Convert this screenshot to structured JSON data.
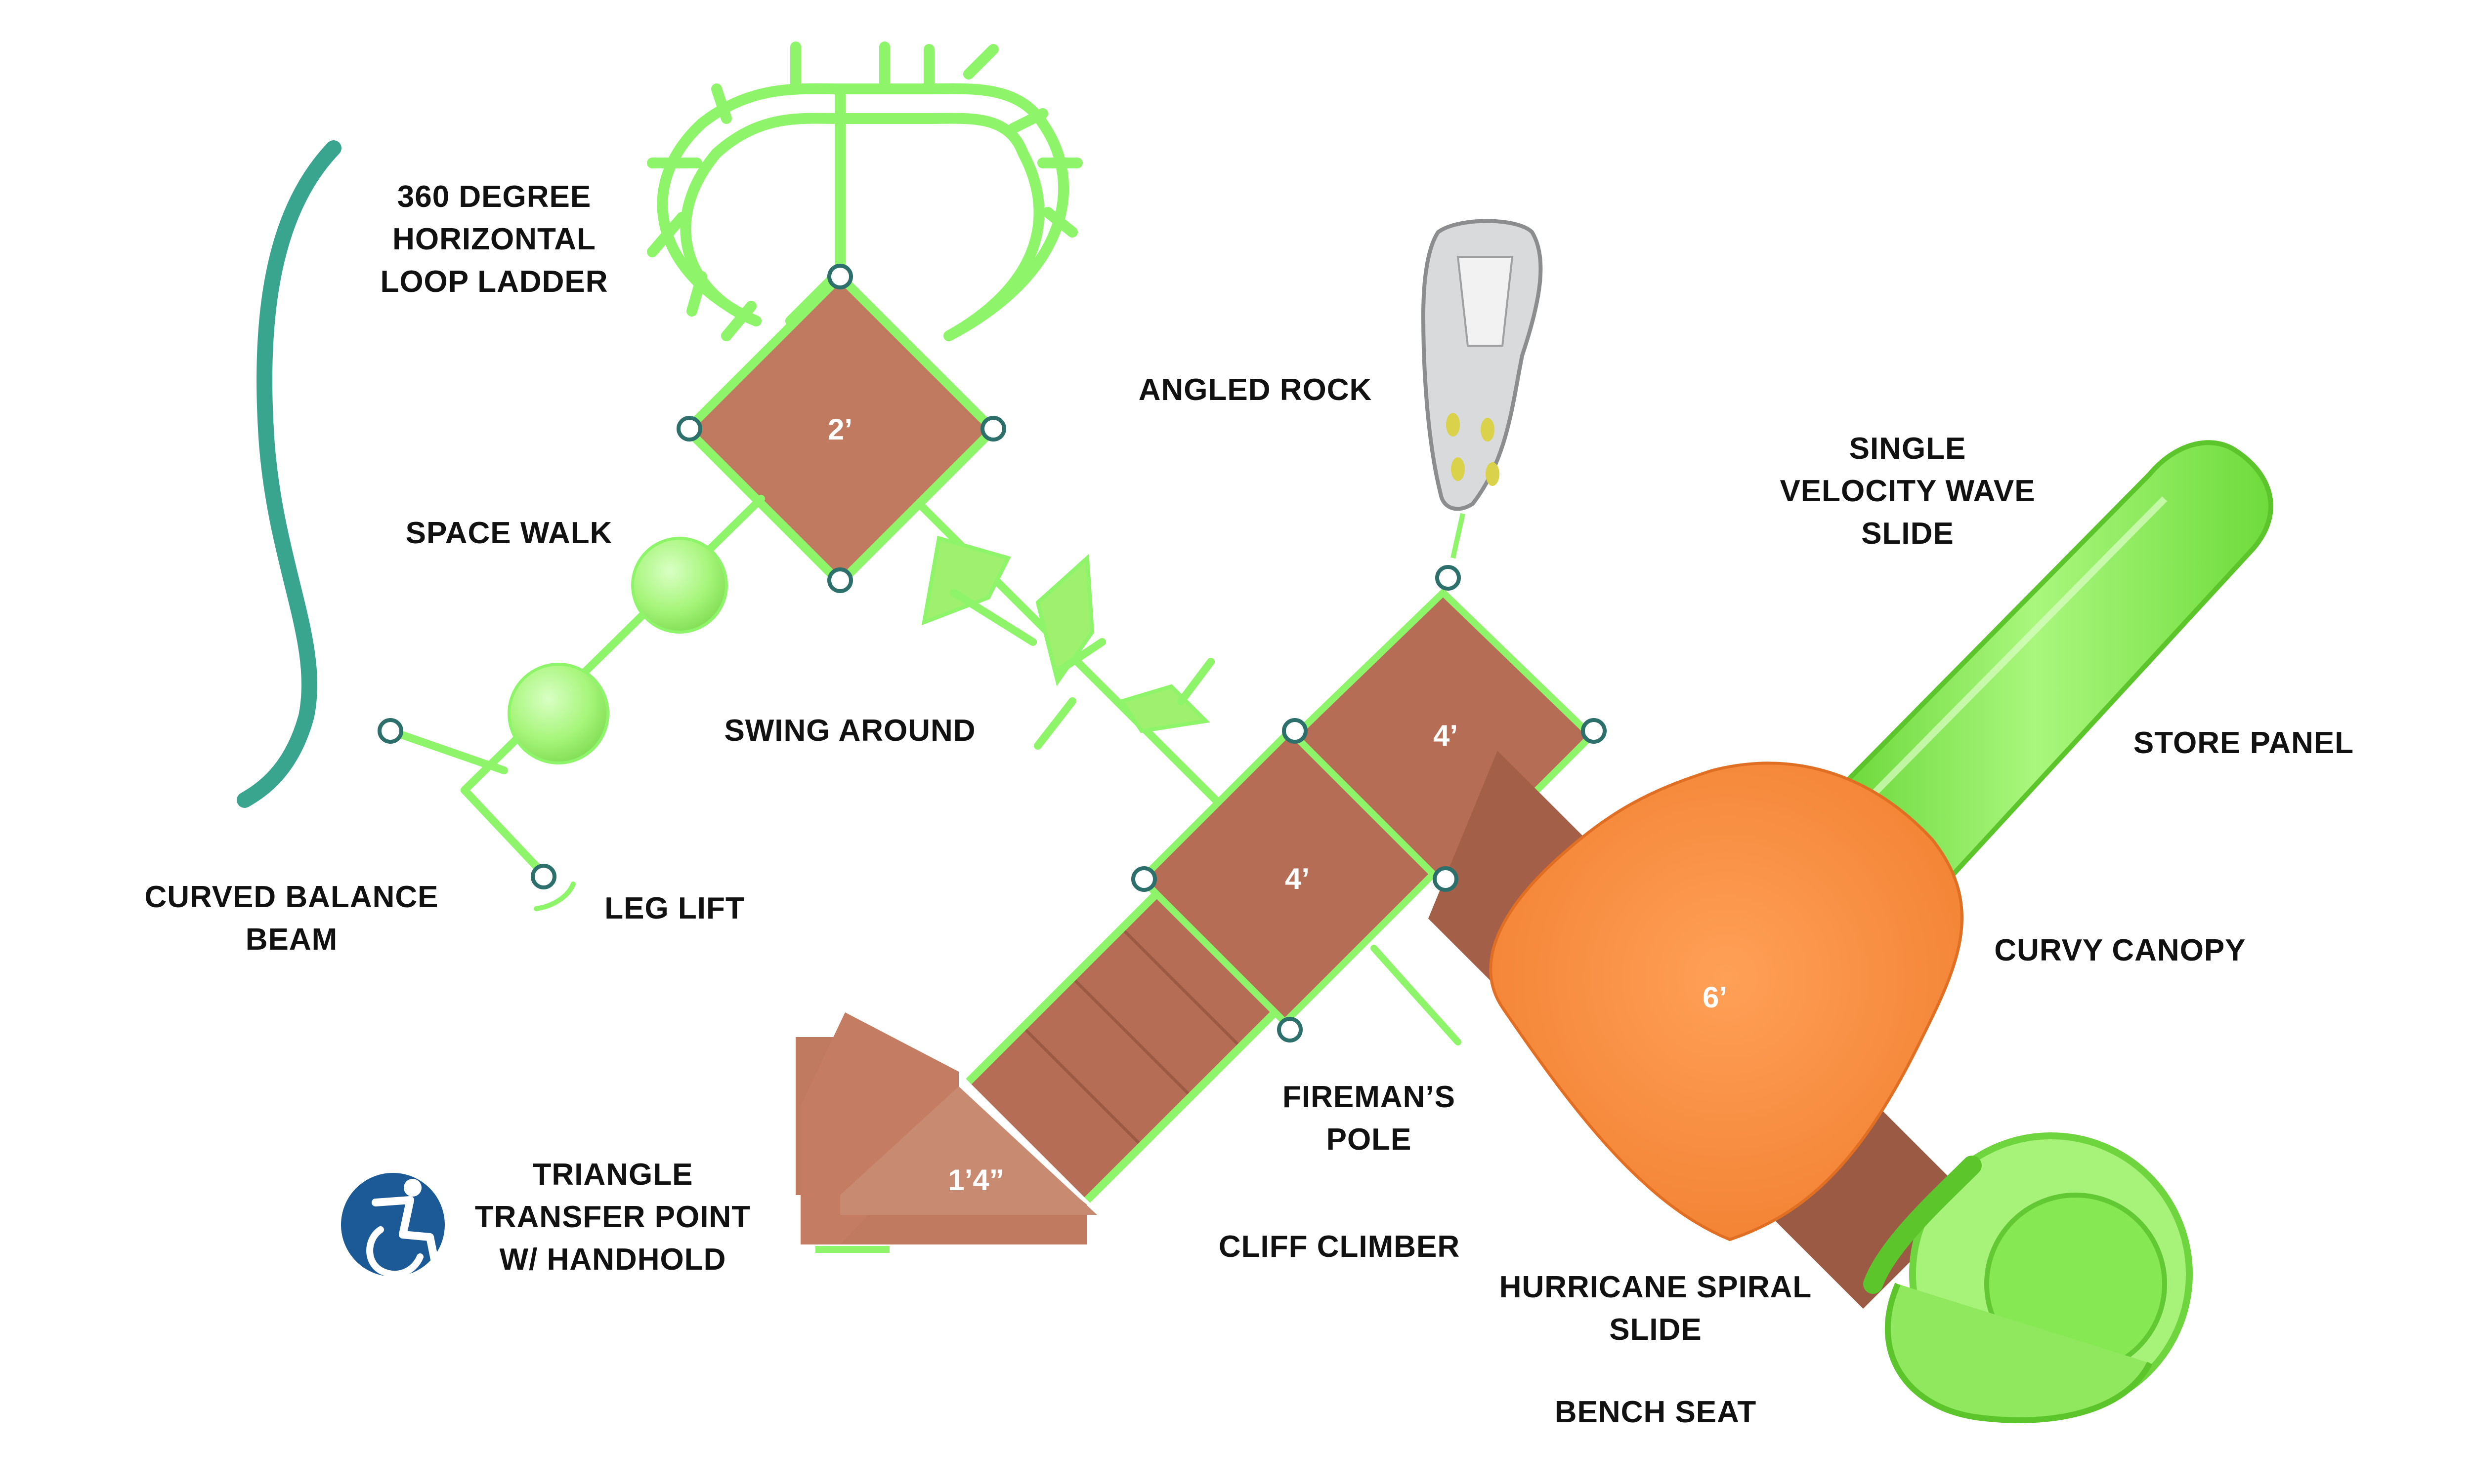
{
  "labels": {
    "loop_ladder": "360 DEGREE\nHORIZONTAL\nLOOP LADDER",
    "space_walk": "SPACE WALK",
    "swing_around": "SWING AROUND",
    "curved_balance_beam": "CURVED BALANCE\nBEAM",
    "leg_lift": "LEG LIFT",
    "angled_rock": "ANGLED ROCK",
    "wave_slide": "SINGLE\nVELOCITY WAVE\nSLIDE",
    "store_panel": "STORE PANEL",
    "curvy_canopy": "CURVY CANOPY",
    "firemans_pole": "FIREMAN’S\nPOLE",
    "cliff_climber": "CLIFF CLIMBER",
    "spiral_slide": "HURRICANE SPIRAL\nSLIDE",
    "bench_seat": "BENCH SEAT",
    "transfer_point": "TRIANGLE\nTRANSFER POINT\nW/ HANDHOLD"
  },
  "heights": {
    "deck_small": "2’",
    "deck_mid_upper": "4’",
    "deck_mid_lower": "4’",
    "deck_canopy": "6’",
    "transfer": "1’4”"
  },
  "icons": {
    "accessibility": "wheelchair-accessibility-icon"
  },
  "colors": {
    "deck": "#c07a60",
    "frame": "#8ef56a",
    "canopy": "#f7883b",
    "slide": "#86ee4e",
    "beam": "#3aa58f",
    "accessibility_badge": "#1c5a97"
  }
}
